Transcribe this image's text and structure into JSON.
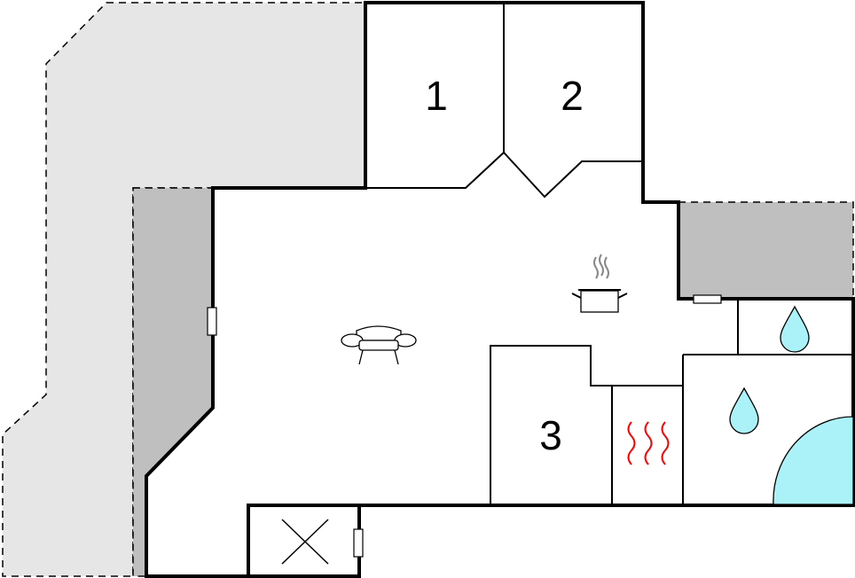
{
  "rooms": [
    {
      "label": "1"
    },
    {
      "label": "2"
    },
    {
      "label": "3"
    }
  ],
  "icons": [
    "sofa-icon",
    "cooking-pot-icon",
    "water-drop-icon",
    "sauna-heat-icon",
    "bath-tub-icon",
    "window-icon",
    "void-cross-icon"
  ],
  "colors": {
    "wall": "#000000",
    "terrace_light": "#e6e6e6",
    "terrace_dark": "#bfbfbf",
    "water": "#aaf1f8",
    "heat": "#ff0000",
    "steam": "#888888"
  }
}
